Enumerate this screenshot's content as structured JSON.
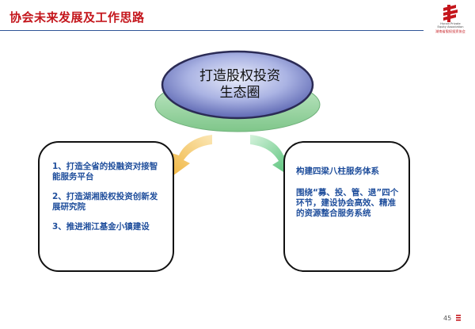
{
  "header": {
    "title": "协会未来发展及工作思路",
    "logo_en_line1": "Hunan Private",
    "logo_en_line2": "Equity Association",
    "logo_cn": "湖南省股权投资协会"
  },
  "center": {
    "line1": "打造股权投资",
    "line2": "生态圈"
  },
  "left_box": {
    "items": [
      "1、打造全省的投融资对接智能服务平台",
      "2、打造湖湘股权投资创新发展研究院",
      "3、推进湘江基金小镇建设"
    ]
  },
  "right_box": {
    "items": [
      "构建四梁八柱服务体系",
      "围绕“募、投、管、退”四个环节，建设协会高效、精准的资源整合服务系统"
    ]
  },
  "footer": {
    "page_number": "45"
  },
  "colors": {
    "title_red": "#c4161c",
    "rule_blue": "#2f5597",
    "text_blue": "#1f4e9c",
    "arrow_orange": "#f2c25a",
    "arrow_green": "#7ed19b",
    "ellipse_purple": "#7b86c8",
    "ellipse_green": "#9ad6a0"
  }
}
